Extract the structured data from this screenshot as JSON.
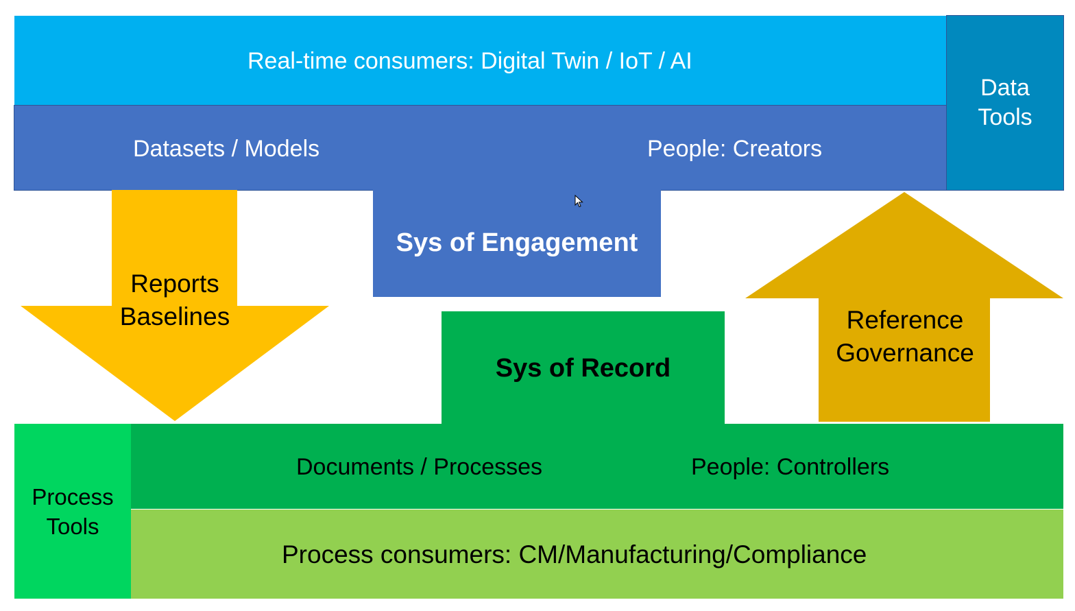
{
  "diagram": {
    "title": "Systems of Engagement and Record layer diagram",
    "colors": {
      "realtime_band": "#00b0f0",
      "datasets_band": "#4472c4",
      "data_tools": "#0189be",
      "engagement": "#4472c4",
      "record": "#00b050",
      "documents_band": "#00b050",
      "process_band": "#92d050",
      "process_tools": "#00d65f",
      "arrow_down": "#ffc000",
      "arrow_up": "#e0ac00"
    },
    "top": {
      "realtime_label": "Real-time consumers: Digital Twin / IoT / AI",
      "datasets_label": "Datasets / Models",
      "creators_label": "People: Creators",
      "data_tools_line1": "Data",
      "data_tools_line2": "Tools"
    },
    "middle": {
      "engagement_label": "Sys of Engagement",
      "record_label": "Sys of Record",
      "down_arrow_line1": "Reports",
      "down_arrow_line2": "Baselines",
      "up_arrow_line1": "Reference",
      "up_arrow_line2": "Governance"
    },
    "bottom": {
      "documents_label": "Documents / Processes",
      "controllers_label": "People: Controllers",
      "process_consumers_label": "Process consumers: CM/Manufacturing/Compliance",
      "process_tools_line1": "Process",
      "process_tools_line2": "Tools"
    }
  }
}
